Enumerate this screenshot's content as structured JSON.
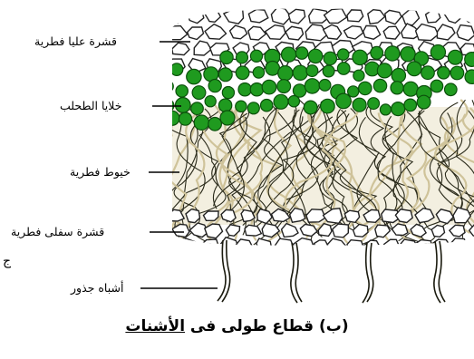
{
  "labels": {
    "upper_cortex": "قشرة عليا فطرية",
    "algal_cells": "خلايا الطحلب",
    "fungal_hyphae": "خيوط فطرية",
    "lower_cortex": "قشرة سفلى فطرية",
    "rhizoids": "أشباه جذور"
  },
  "edge_fragment": "ج",
  "caption": {
    "prefix": "(ب) قطاع طولى فى ",
    "underlined": "الأشنات"
  },
  "colors": {
    "algae": "#1f9a1f",
    "algae_dark": "#0b4f0b",
    "cell_outline": "#222222",
    "hyphae": "#2a2a1a",
    "hyphae_fill": "#cfc39a"
  }
}
